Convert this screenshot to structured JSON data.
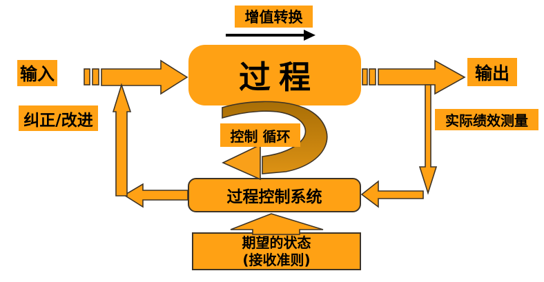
{
  "colors": {
    "shape_orange": "#FFA114",
    "loop_band_dark": "#A86E06",
    "loop_band_light": "#DD9214",
    "loop_arrowhead": "#F9A019",
    "outline": "#3D3326",
    "black": "#000000",
    "text": "#000000",
    "background": "#FFFFFF"
  },
  "labels": {
    "value_add_transform": "增值转换",
    "input": "输入",
    "correct_improve": "纠正/改进",
    "process": "过程",
    "output": "输出",
    "actual_performance_measure": "实际绩效测量",
    "control_loop": "控制 循环",
    "process_control_system": "过程控制系统",
    "expected_state_line1": "期望的状态",
    "expected_state_line2": "(接收准则)"
  }
}
